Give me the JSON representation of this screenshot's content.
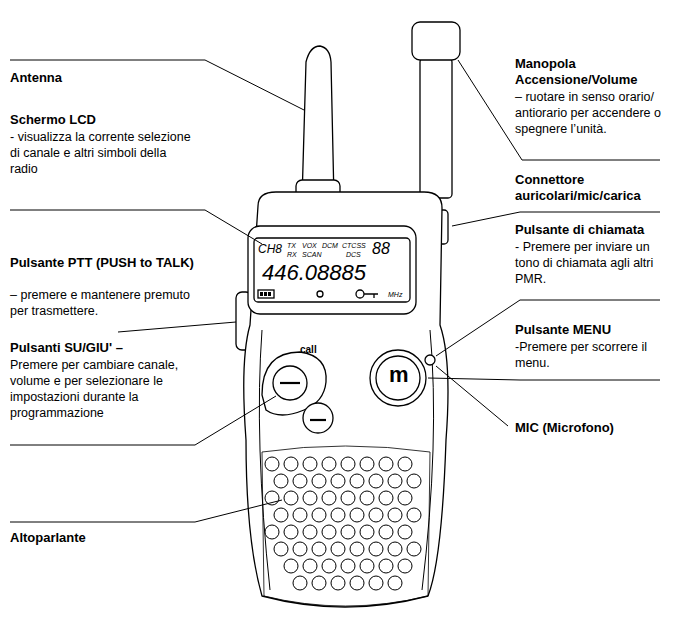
{
  "diagram": {
    "labels": [
      "Antenna",
      "Schermo LCD",
      "- visualizza la corrente selezione di canale e altri simboli della radio",
      "Pulsante PTT (PUSH to TALK)",
      "– premere e mantenere premuto per trasmettere.",
      "Pulsanti SU/GIU' –",
      "Premere per cambiare canale, volume e per selezionare le impostazioni durante la programmazione",
      "Altoparlante",
      "Manopola Accensione/Volume",
      "– ruotare in senso orario/ antiorario per accendere o spegnere l’unità.",
      "Connettore auricolari/mic/carica",
      "Pulsante di chiamata",
      "- Premere per inviare un tono di chiamata agli altri PMR.",
      "Pulsante MENU",
      "-Premere per scorrere il menu.",
      "MIC (Microfono)",
      "CH8",
      "TX",
      "RX",
      "VOX",
      "SCAN",
      "DCM",
      "CTCSS",
      "DCS",
      "88",
      "446.08885",
      "MHz",
      "call",
      "m"
    ]
  }
}
